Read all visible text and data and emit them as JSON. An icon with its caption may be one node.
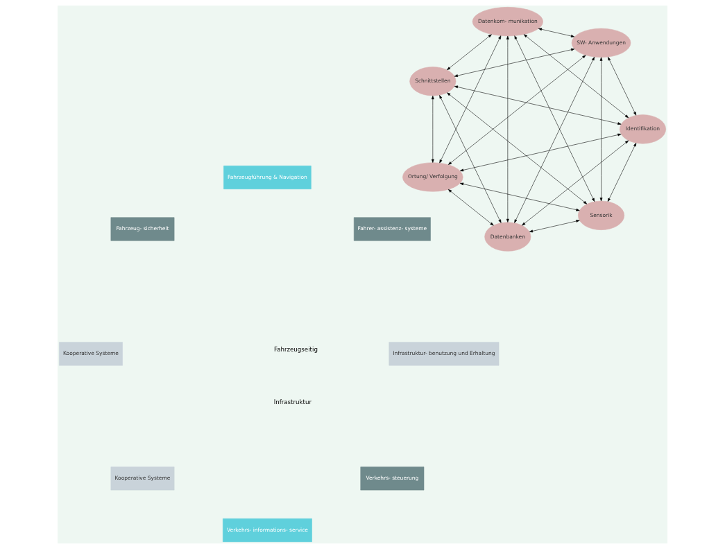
{
  "diagram": {
    "nodes": [
      {
        "text": [
          "Verkehrs- steuerung"
        ]
      },
      {
        "text": [
          "Verkehrs- informations- service"
        ]
      },
      {
        "text": [
          "Infrastruktur- benutzung und Erhaltung"
        ]
      },
      {
        "text": [
          "Kooperative Systeme"
        ]
      },
      {
        "text": [
          "Fahrer- assistenz- systeme"
        ]
      },
      {
        "text": [
          "Kooperative Systeme"
        ]
      },
      {
        "text": [
          "Fahrzeugführung & Navigation"
        ]
      },
      {
        "text": [
          "Fahrzeug- sicherheit"
        ]
      },
      {
        "text": [
          "Sensorik"
        ]
      },
      {
        "text": [
          "Identifikation"
        ]
      },
      {
        "text": [
          "Ortung/ Verfolgung"
        ]
      },
      {
        "text": [
          "Schnittstellen"
        ]
      },
      {
        "text": [
          "Datenkom- munikation"
        ]
      },
      {
        "text": [
          "SW- Anwendungen"
        ]
      },
      {
        "text": [
          "Datenbanken"
        ]
      }
    ],
    "edges": [
      {
        "from": 8,
        "to": 9,
        "arrow": "both"
      },
      {
        "from": 8,
        "to": 10,
        "arrow": "both"
      },
      {
        "from": 8,
        "to": 11,
        "arrow": "both"
      },
      {
        "from": 8,
        "to": 12,
        "arrow": "both"
      },
      {
        "from": 8,
        "to": 13,
        "arrow": "both"
      },
      {
        "from": 8,
        "to": 14,
        "arrow": "both"
      },
      {
        "from": 9,
        "to": 10,
        "arrow": "both"
      },
      {
        "from": 9,
        "to": 11,
        "arrow": "both"
      },
      {
        "from": 9,
        "to": 12,
        "arrow": "both"
      },
      {
        "from": 9,
        "to": 13,
        "arrow": "both"
      },
      {
        "from": 9,
        "to": 14,
        "arrow": "both"
      },
      {
        "from": 10,
        "to": 11,
        "arrow": "both"
      },
      {
        "from": 10,
        "to": 12,
        "arrow": "both"
      },
      {
        "from": 10,
        "to": 13,
        "arrow": "both"
      },
      {
        "from": 10,
        "to": 14,
        "arrow": "both"
      },
      {
        "from": 11,
        "to": 12,
        "arrow": "both"
      },
      {
        "from": 11,
        "to": 13,
        "arrow": "both"
      },
      {
        "from": 11,
        "to": 14,
        "arrow": "both"
      },
      {
        "from": 12,
        "to": 13,
        "arrow": "both"
      },
      {
        "from": 12,
        "to": 14,
        "arrow": "both"
      },
      {
        "from": 13,
        "to": 14,
        "arrow": "both"
      }
    ],
    "labels": [
      "Infrastruktur",
      "Fahrzeugseitig"
    ]
  }
}
